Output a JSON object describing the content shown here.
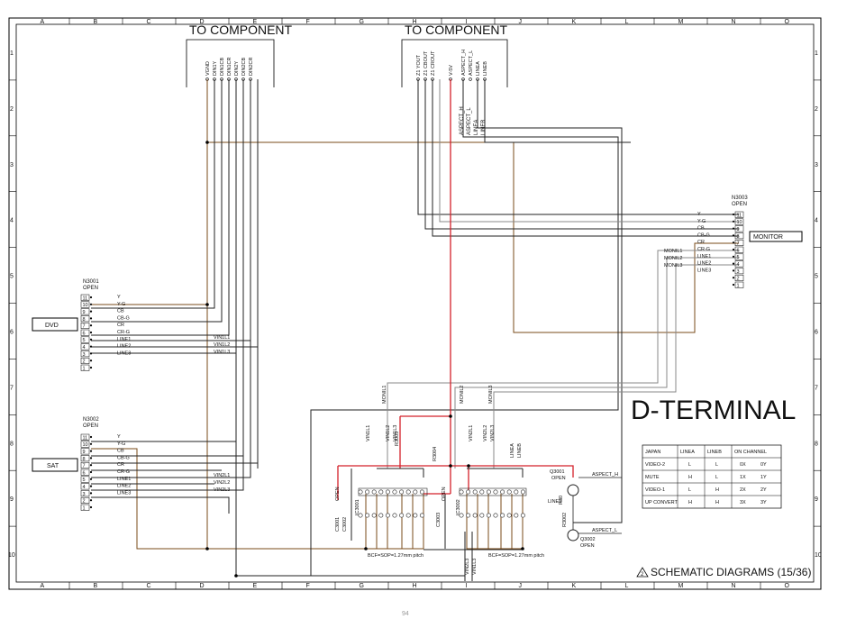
{
  "grid": {
    "cols": [
      "A",
      "B",
      "C",
      "D",
      "E",
      "F",
      "G",
      "H",
      "I",
      "J",
      "K",
      "L",
      "M",
      "N",
      "O"
    ],
    "rows": [
      "1",
      "2",
      "3",
      "4",
      "5",
      "6",
      "7",
      "8",
      "9",
      "10"
    ]
  },
  "headers": {
    "left": "TO COMPONENT",
    "right": "TO COMPONENT"
  },
  "top_left_signals": [
    "VGND",
    "DIN1Y",
    "DIN1CB",
    "DIN1CR",
    "DIN2Y",
    "DIN2CB",
    "DIN2CR"
  ],
  "top_right_signals": [
    "Z1 YOUT",
    "Z1 CBOUT",
    "Z1 CROUT",
    "V-5V",
    "ASPECT_H",
    "ASPECT_L",
    "LINEA",
    "LINEB"
  ],
  "aspect_labels": [
    "ASPECT_H",
    "ASPECT_L",
    "LINEA",
    "LINEB"
  ],
  "connectors": {
    "n3001": {
      "name": "N3001",
      "state": "OPEN",
      "source": "DVD"
    },
    "n3002": {
      "name": "N3002",
      "state": "OPEN",
      "source": "SAT"
    },
    "n3003": {
      "name": "N3003",
      "state": "OPEN",
      "source": "MONITOR"
    }
  },
  "input_pins": [
    "Y",
    "Y-G",
    "CB",
    "CB-G",
    "CR",
    "CR-G",
    "LINE1",
    "LINE2",
    "LINE3"
  ],
  "pin_numbers": [
    "11",
    "10",
    "9",
    "8",
    "7",
    "6",
    "5",
    "4",
    "3",
    "2",
    "1"
  ],
  "monitor_pins": [
    "Y",
    "Y-G",
    "CB",
    "CB-G",
    "CR",
    "CR-G",
    "LINE1",
    "LINE2",
    "LINE3"
  ],
  "moni_labels": [
    "MONIL1",
    "MONIL2",
    "MONIL3"
  ],
  "vin1_labels": [
    "VIN1L1",
    "VIN1L2",
    "VIN1L3"
  ],
  "vin2_labels": [
    "VIN2L1",
    "VIN2L2",
    "VIN2L3"
  ],
  "ic_labels": {
    "ic1": "IC3001",
    "ic2": "IC3002",
    "pitch1": "BCF=SOP=1.27mm pitch",
    "pitch2": "BCF=SOP=1.27mm pitch",
    "c3001": "C3001",
    "c3002": "C3002",
    "c3003": "C3003",
    "open": "OPEN",
    "r3003": "R3003",
    "r3004": "R3004",
    "r30": "R30",
    "r3002": "R3002",
    "q3001": "Q3001",
    "q3002": "Q3002",
    "aspect_h": "ASPECT_H",
    "aspect_l": "ASPECT_L",
    "line3": "LINE3",
    "vin_top": [
      "VIN1L1",
      "VIN1L2",
      "VIN1L3",
      "VIN2L1",
      "VIN2L2",
      "VIN2L3"
    ],
    "moni_mid": [
      "MONIL1",
      "MONIL2",
      "MONIL3"
    ],
    "linea": "LINEA",
    "lineb": "LINEB",
    "vin_bottom": [
      "VIN2L3",
      "VIN1L3"
    ]
  },
  "title": "D-TERMINAL",
  "truth_table": {
    "headers": [
      "JAPAN",
      "LINEA",
      "LINEB",
      "ON CHANNEL"
    ],
    "rows": [
      [
        "VIDEO-2",
        "L",
        "L",
        "0X",
        "0Y"
      ],
      [
        "MUTE",
        "H",
        "L",
        "1X",
        "1Y"
      ],
      [
        "VIDEO-1",
        "L",
        "H",
        "2X",
        "2Y"
      ],
      [
        "UP CONVERT",
        "H",
        "H",
        "3X",
        "3Y"
      ]
    ]
  },
  "footer": {
    "caption": "SCHEMATIC DIAGRAMS (15/36)",
    "warning_symbol": "2",
    "page": "94"
  },
  "colors": {
    "wire": "#222222",
    "brown": "#7a4b1a",
    "red": "#d4202a",
    "grey": "#888888"
  }
}
